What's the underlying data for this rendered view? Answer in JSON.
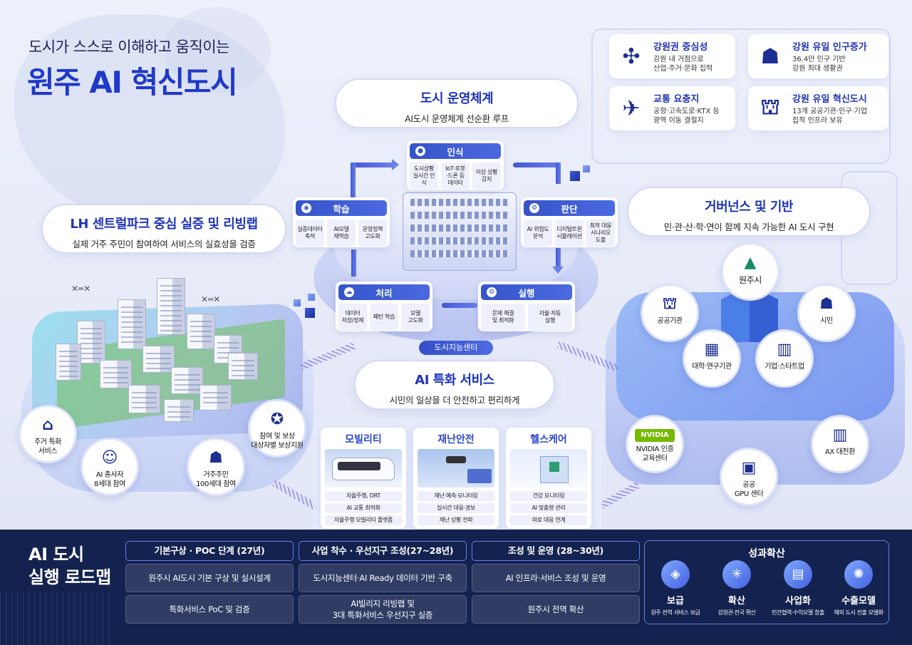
{
  "header": {
    "subtitle": "도시가 스스로 이해하고 움직이는",
    "title": "원주 AI 혁신도시"
  },
  "stats": [
    {
      "title": "강원권 중심성",
      "desc1": "강원 내 거점으로",
      "desc2": "산업·주거·문화 집적",
      "icon": "cross-arrows-icon"
    },
    {
      "title": "강원 유일 인구증가",
      "desc1": "36.4만 인구 기반",
      "desc2": "강원 최대 생활권",
      "icon": "people-icon"
    },
    {
      "title": "교통 요충지",
      "desc1": "공항·고속도로·KTX 등",
      "desc2": "광역 이동 결절지",
      "icon": "airplane-icon"
    },
    {
      "title": "강원 유일 혁신도시",
      "desc1": "13개 공공기관·인구·기업",
      "desc2": "집적 인프라 보유",
      "icon": "institution-icon"
    }
  ],
  "ops": {
    "title": "도시 운영체계",
    "sub": "AI도시 운영체계 선순환 루프"
  },
  "lh": {
    "title": "LH 센트럴파크 중심 실증 및 리빙랩",
    "sub": "실제 거주 주민이 참여하여 서비스의 실효성을 검증"
  },
  "gov": {
    "title": "거버넌스 및 기반",
    "sub": "민·관·산·학·연이 함께 지속 가능한 AI 도시 구현"
  },
  "loop": {
    "recognize": {
      "title": "인식",
      "items": [
        "도시상황\n실시간 인식",
        "IoT·로봇\n·드론 등\n데이터",
        "이상 상황\n감지"
      ]
    },
    "judge": {
      "title": "판단",
      "items": [
        "AI 위험도\n분석",
        "디지털트윈\n시뮬레이션",
        "최적 대응\n시나리오\n도출"
      ]
    },
    "learn": {
      "title": "학습",
      "items": [
        "실증데이터\n축적",
        "AI모델\n재학습",
        "운영정책\n고도화"
      ]
    },
    "process": {
      "title": "처리",
      "items": [
        "데이터\n저장/정제",
        "패턴 학습",
        "모델\n고도화"
      ]
    },
    "execute": {
      "title": "실행",
      "items": [
        "문제 해결\n및 최적화",
        "자율·자동\n실행"
      ]
    },
    "center": "도시지능센터"
  },
  "ai_service": {
    "title": "AI 특화 서비스",
    "sub": "시민의 일상을 더 안전하고 편리하게"
  },
  "services": [
    {
      "title": "모빌리티",
      "items": [
        "자율주행, DRT",
        "AI 교통 최적화",
        "자율주행 모빌리티 플랫폼"
      ]
    },
    {
      "title": "재난안전",
      "items": [
        "재난 예측·모니터링",
        "실시간 대응·경보",
        "재난 상황 전파"
      ]
    },
    {
      "title": "헬스케어",
      "items": [
        "건강 모니터링",
        "AI 맞춤형 관리",
        "의료 대응 연계"
      ]
    }
  ],
  "lh_circles": [
    {
      "label": "주거 특화\n서비스",
      "icon": "house-alert-icon"
    },
    {
      "label": "AI 종사자\n8세대 참여",
      "icon": "ai-worker-icon"
    },
    {
      "label": "거주주민\n100세대 참여",
      "icon": "residents-icon"
    },
    {
      "label": "참여 및 보상\n대상자별 보상지원",
      "icon": "reward-badge-icon"
    }
  ],
  "gov_circles": [
    {
      "label": "원주시",
      "icon": "wonju-logo-icon"
    },
    {
      "label": "공공기관",
      "icon": "public-institution-icon"
    },
    {
      "label": "시민",
      "icon": "citizens-icon"
    },
    {
      "label": "대학·연구기관",
      "icon": "university-icon"
    },
    {
      "label": "기업·스타트업",
      "icon": "company-icon"
    },
    {
      "label": "NVIDIA 인증\n교육센터",
      "icon": "nvidia-logo-icon",
      "logo": "NVIDIA"
    },
    {
      "label": "AX 대전환",
      "icon": "ax-building-icon"
    },
    {
      "label": "공공\nGPU 센터",
      "icon": "gpu-icon"
    }
  ],
  "roadmap": {
    "title1": "AI 도시",
    "title2": "실행 로드맵",
    "phases": [
      {
        "header": "기본구상 · POC 단계 (27년)",
        "items": [
          "원주시 AI도시 기본 구상 및 실시설계",
          "특화서비스 PoC 및 검증"
        ]
      },
      {
        "header": "사업 착수 · 우선지구 조성(27~28년)",
        "items": [
          "도시지능센터·AI Ready 데이터 기반 구축",
          "AI빌리지 리빙랩 및\n3대 특화서비스 우선지구 실증"
        ]
      },
      {
        "header": "조성 및 운영 (28~30년)",
        "items": [
          "AI 인프라·서비스 조성 및 운영",
          "원주시 전역 확산"
        ]
      }
    ],
    "outcome": {
      "title": "성과확산",
      "items": [
        {
          "title": "보급",
          "desc": "원주 전역 서비스 보급",
          "icon": "cubes-icon"
        },
        {
          "title": "확산",
          "desc": "강원권·전국 확산",
          "icon": "network-icon"
        },
        {
          "title": "사업화",
          "desc": "민간협력·수익모델 창출",
          "icon": "chart-monitor-icon"
        },
        {
          "title": "수출모델",
          "desc": "해외 도시 진출 모델화",
          "icon": "globe-icon"
        }
      ]
    }
  },
  "colors": {
    "primary": "#1f39c8",
    "navy": "#14224f",
    "accent": "#4b6ae0"
  }
}
